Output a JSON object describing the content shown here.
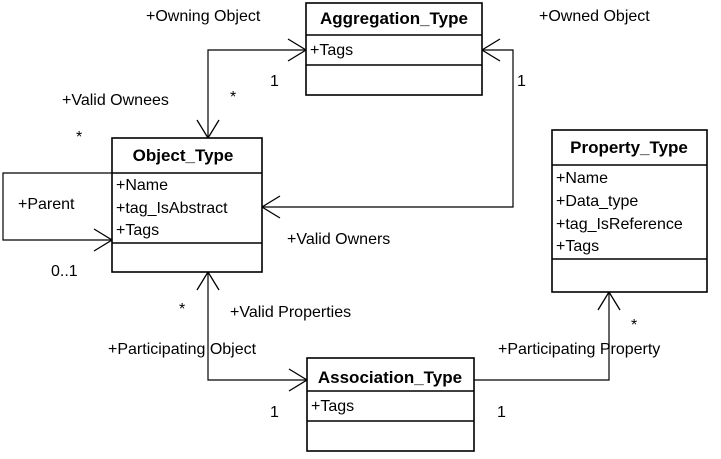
{
  "classes": {
    "aggregation_type": {
      "name": "Aggregation_Type",
      "attributes": [
        "+Tags"
      ]
    },
    "object_type": {
      "name": "Object_Type",
      "attributes": [
        "+Name",
        "+tag_IsAbstract",
        "+Tags"
      ]
    },
    "property_type": {
      "name": "Property_Type",
      "attributes": [
        "+Name",
        "+Data_type",
        "+tag_IsReference",
        "+Tags"
      ]
    },
    "association_type": {
      "name": "Association_Type",
      "attributes": [
        "+Tags"
      ]
    }
  },
  "labels": {
    "owning_object": "+Owning Object",
    "owned_object": "+Owned Object",
    "valid_ownees": "+Valid Ownees",
    "valid_owners": "+Valid Owners",
    "parent": "+Parent",
    "valid_properties": "+Valid Properties",
    "participating_object": "+Participating Object",
    "participating_property": "+Participating Property",
    "mult_agg_left": "1",
    "mult_agg_right": "1",
    "mult_ownees": "*",
    "mult_owners_star": "*",
    "mult_parent": "0..1",
    "mult_props_star": "*",
    "mult_assoc_left": "1",
    "mult_assoc_right": "1",
    "mult_property_star": "*"
  }
}
